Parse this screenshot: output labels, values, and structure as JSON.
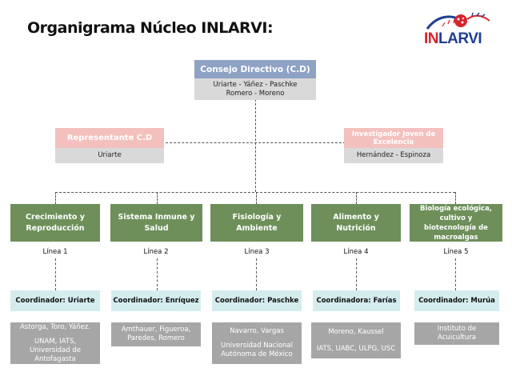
{
  "title": "Organigrama Núcleo INLARVI:",
  "logo": {
    "text_a": "IN",
    "text_b": "LARVI",
    "icon": "larvae-logo-icon"
  },
  "consejo": {
    "title": "Consejo Directivo (C.D)",
    "members_1": "Uriarte  - Yáñez - Paschke",
    "members_2": "Romero - Moreno"
  },
  "representante": {
    "title": "Representante C.D",
    "member": "Uriarte"
  },
  "investigador": {
    "title": "Investigador Joven de Excelencia",
    "member": "Hernández -  Espinoza"
  },
  "lines": [
    {
      "name": "Crecimiento y Reproducción",
      "label": "Línea 1",
      "coordinator": "Coordinador: Uriarte",
      "members": "Astorga, Toro, Yáñez.",
      "institutions": "UNAM, IATS, Universidad de Antofagasta"
    },
    {
      "name": "Sistema Inmune y Salud",
      "label": "Línea 2",
      "coordinator": "Coordinador: Enríquez",
      "members": "Amthauer, Figueroa, Paredes, Romero",
      "institutions": ""
    },
    {
      "name": "Fisiología y Ambiente",
      "label": "Línea 3",
      "coordinator": "Coordinador: Paschke",
      "members": "Navarro, Vargas",
      "institutions": "Universidad Nacional Autónoma de México"
    },
    {
      "name": "Alimento y Nutrición",
      "label": "Línea 4",
      "coordinator": "Coordinadora: Farías",
      "members": "Moreno, Kaussel",
      "institutions": "IATS, UABC, ULPG, USC"
    },
    {
      "name": "Biología ecológica, cultivo y biotecnología de macroalgas",
      "label": "Línea 5",
      "coordinator": "Coordinador: Murúa",
      "members": "",
      "institutions": "Instituto de Acuicultura"
    }
  ]
}
